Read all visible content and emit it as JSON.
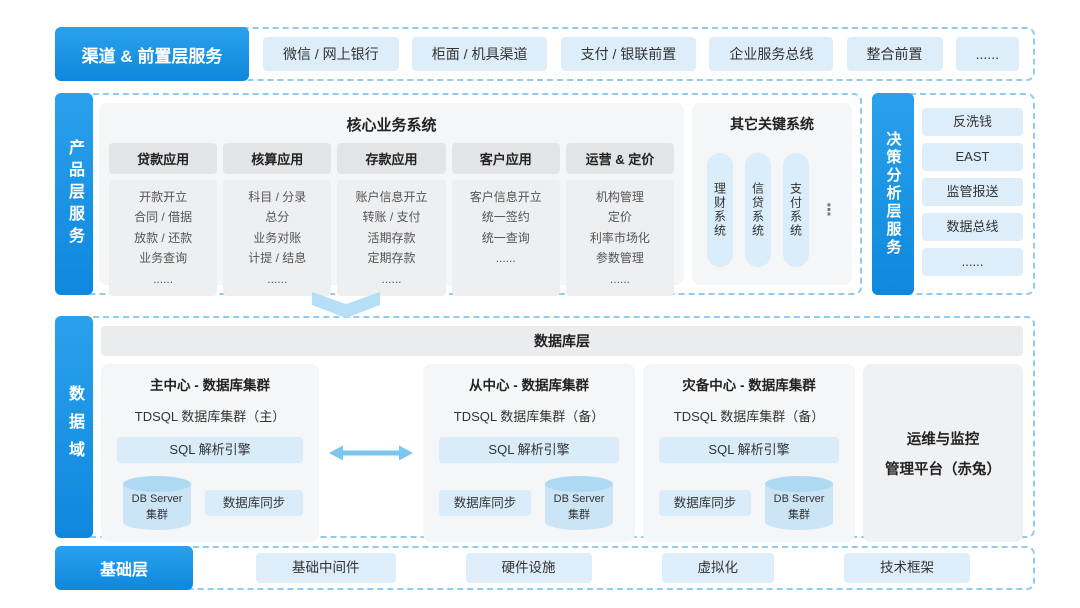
{
  "channel_layer": {
    "label": "渠道 & 前置层服务",
    "items": [
      "微信 / 网上银行",
      "柜面 / 机具渠道",
      "支付 / 银联前置",
      "企业服务总线",
      "整合前置",
      "......"
    ]
  },
  "product_layer": {
    "label": "产品层服务",
    "core_system": {
      "title": "核心业务系统",
      "columns": [
        {
          "header": "贷款应用",
          "lines": [
            "开款开立",
            "合同 / 借据",
            "放款 / 还款",
            "业务查询",
            "......"
          ]
        },
        {
          "header": "核算应用",
          "lines": [
            "科目 / 分录",
            "总分",
            "业务对账",
            "计提 / 结息",
            "......"
          ]
        },
        {
          "header": "存款应用",
          "lines": [
            "账户信息开立",
            "转账 / 支付",
            "活期存款",
            "定期存款",
            "......"
          ]
        },
        {
          "header": "客户应用",
          "lines": [
            "客户信息开立",
            "统一签约",
            "统一查询",
            "......"
          ]
        },
        {
          "header": "运营 & 定价",
          "lines": [
            "机构管理",
            "定价",
            "利率市场化",
            "参数管理",
            "......"
          ]
        }
      ]
    },
    "other_systems": {
      "title": "其它关键系统",
      "items": [
        "理财系统",
        "信贷系统",
        "支付系统"
      ],
      "more": "⋮"
    }
  },
  "decision_layer": {
    "label": "决策分析层服务",
    "items": [
      "反洗钱",
      "EAST",
      "监管报送",
      "数据总线",
      "......"
    ]
  },
  "data_domain": {
    "label": "数据域",
    "db_layer_title": "数据库层",
    "clusters": [
      {
        "title": "主中心 - 数据库集群",
        "subtitle": "TDSQL 数据库集群（主）",
        "engine": "SQL 解析引擎",
        "sync": "数据库同步",
        "db_server": [
          "DB Server",
          "集群"
        ]
      },
      {
        "title": "从中心 - 数据库集群",
        "subtitle": "TDSQL 数据库集群（备）",
        "engine": "SQL 解析引擎",
        "sync": "数据库同步",
        "db_server": [
          "DB Server",
          "集群"
        ]
      },
      {
        "title": "灾备中心 - 数据库集群",
        "subtitle": "TDSQL 数据库集群（备）",
        "engine": "SQL 解析引擎",
        "sync": "数据库同步",
        "db_server": [
          "DB Server",
          "集群"
        ]
      }
    ],
    "ops_platform": [
      "运维与监控",
      "管理平台（赤兔）"
    ]
  },
  "foundation_layer": {
    "label": "基础层",
    "items": [
      "基础中间件",
      "硬件设施",
      "虚拟化",
      "技术框架"
    ]
  },
  "colors": {
    "accent_blue": "#1494e5",
    "pill_blue": "#ddeefa",
    "dashed_border": "#8fccf0",
    "arrow_blue": "#7cc6ee"
  }
}
